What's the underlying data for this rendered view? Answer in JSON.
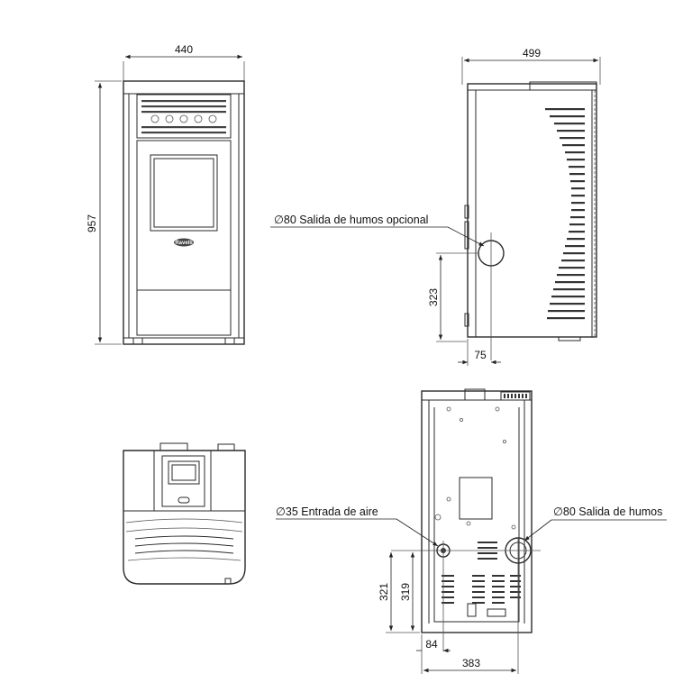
{
  "dimensions": {
    "front_width": "440",
    "height": "957",
    "side_depth": "499",
    "side_flue_height": "323",
    "side_flue_offset": "75",
    "rear_air_height": "321",
    "rear_flue_height": "319",
    "rear_air_offset": "84",
    "rear_flue_offset": "383"
  },
  "labels": {
    "optional_flue": "∅80 Salida de humos opcional",
    "air_inlet": "∅35 Entrada de aire",
    "flue_outlet": "∅80 Salida de humos"
  },
  "brand": "Ravelli"
}
